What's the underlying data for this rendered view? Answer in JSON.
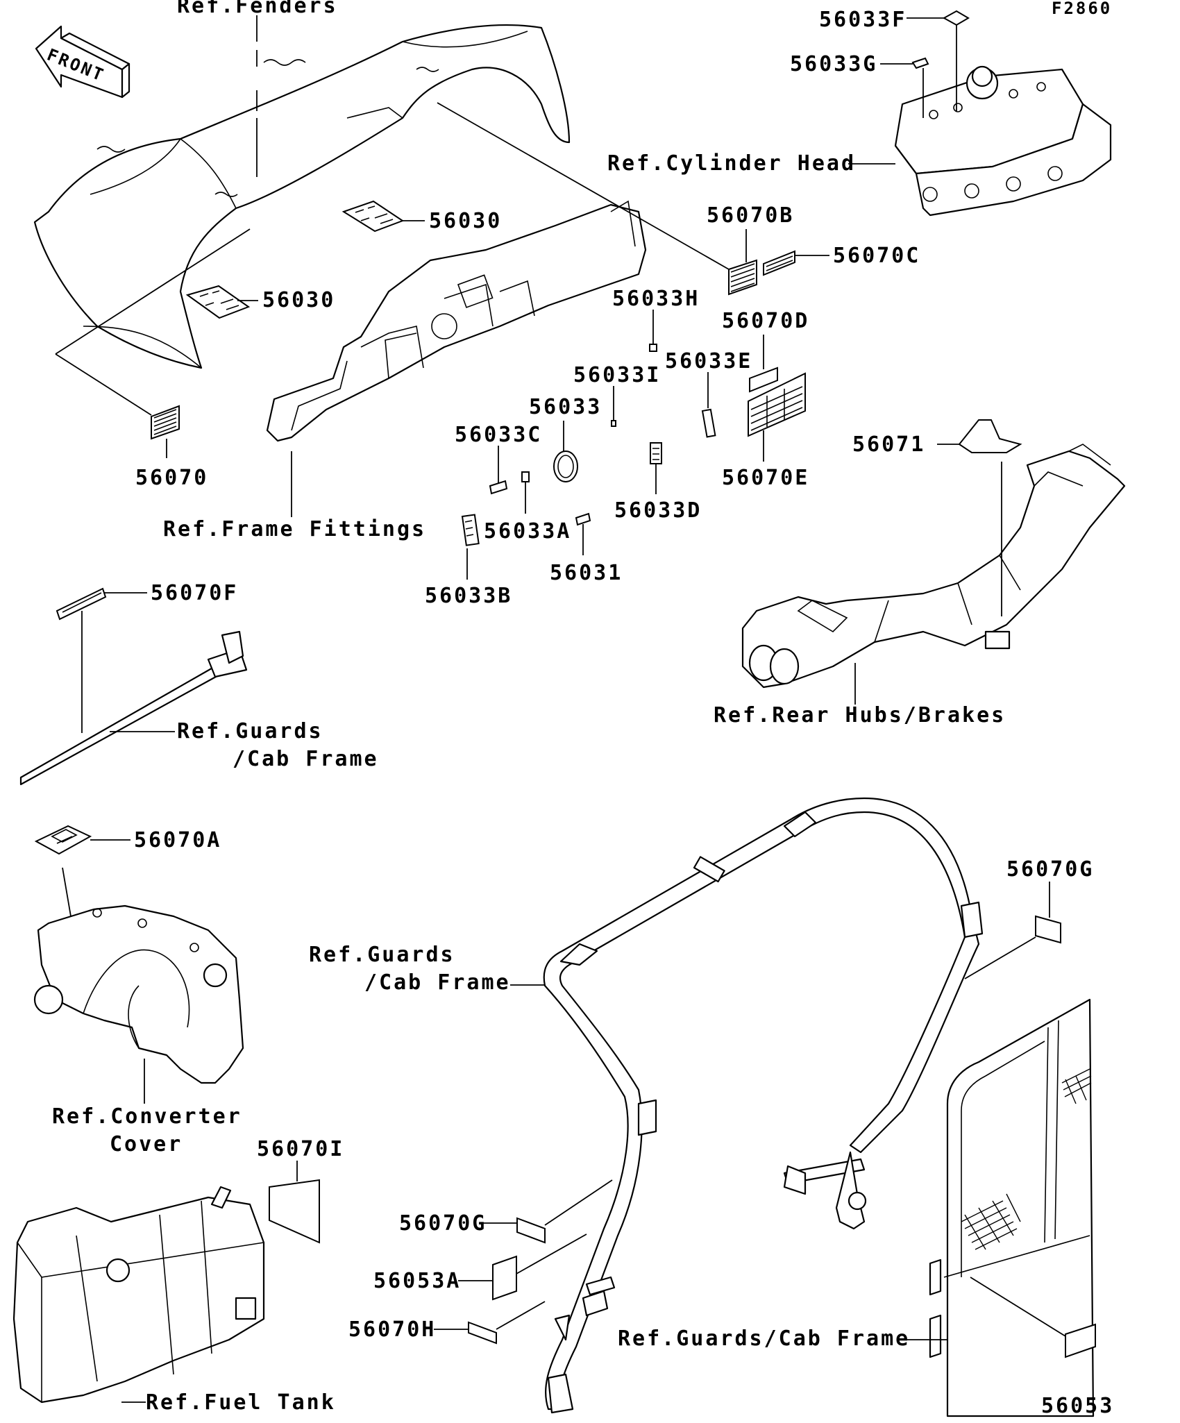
{
  "figure_code": "F2860",
  "front_arrow_text": "FRONT",
  "callouts": {
    "ref_fenders": "Ref.Fenders",
    "ref_cylinder_head": "Ref.Cylinder Head",
    "ref_frame_fittings": "Ref.Frame Fittings",
    "ref_rear_hubs": "Ref.Rear Hubs/Brakes",
    "ref_guards_1_line1": "Ref.Guards",
    "ref_guards_1_line2": "/Cab Frame",
    "ref_converter_line1": "Ref.Converter",
    "ref_converter_line2": "Cover",
    "ref_guards_2_line1": "Ref.Guards",
    "ref_guards_2_line2": "/Cab Frame",
    "ref_fuel_tank": "Ref.Fuel Tank",
    "ref_guards_3": "Ref.Guards/Cab Frame"
  },
  "parts": {
    "p56033F": "56033F",
    "p56033G": "56033G",
    "p56030a": "56030",
    "p56030b": "56030",
    "p56070B": "56070B",
    "p56070C": "56070C",
    "p56033H": "56033H",
    "p56070D": "56070D",
    "p56033I": "56033I",
    "p56033E": "56033E",
    "p56033": "56033",
    "p56033C": "56033C",
    "p56070": "56070",
    "p56070E": "56070E",
    "p56071": "56071",
    "p56033A": "56033A",
    "p56033D": "56033D",
    "p56031": "56031",
    "p56033B": "56033B",
    "p56070F": "56070F",
    "p56070A": "56070A",
    "p56070Ga": "56070G",
    "p56070I": "56070I",
    "p56070Gb": "56070G",
    "p56053A": "56053A",
    "p56070H": "56070H",
    "p56053": "56053"
  }
}
